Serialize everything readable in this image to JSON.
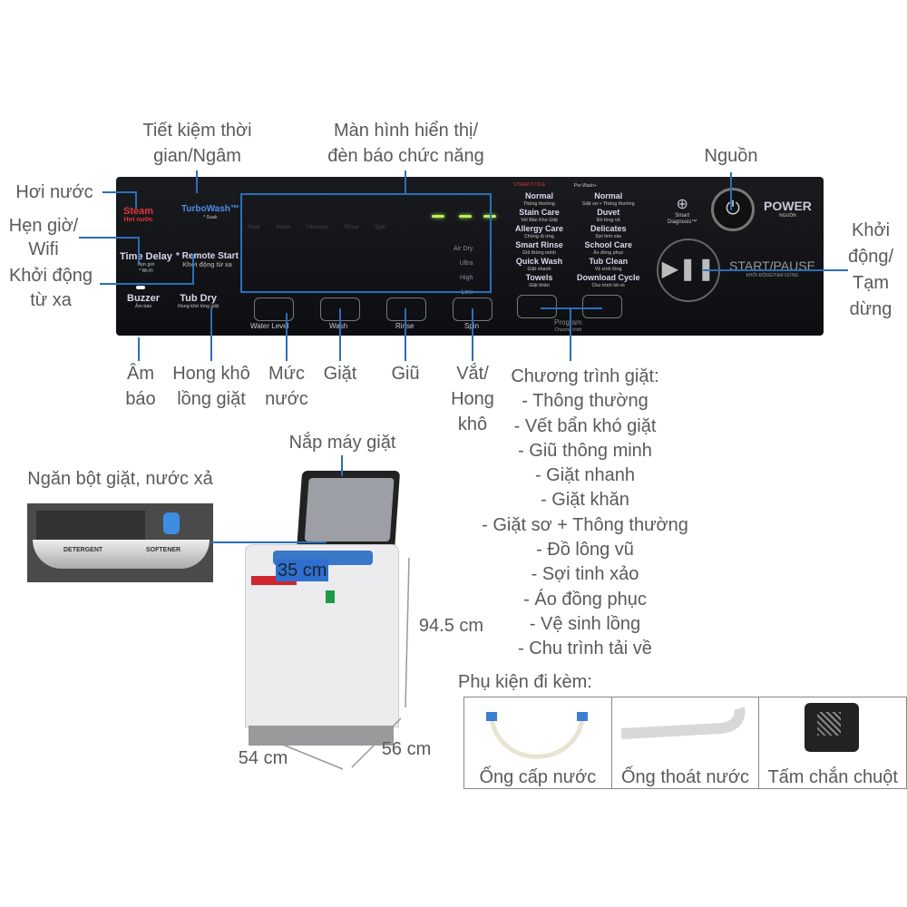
{
  "labels": {
    "time_saving": "Tiết kiệm thời\ngian/Ngâm",
    "display": "Màn hình hiển thị/\nđèn báo chức năng",
    "power": "Nguồn",
    "steam": "Hơi nước",
    "time_delay_wifi": "Hẹn giờ/\nWifi",
    "remote_start": "Khởi động\ntừ xa",
    "start_pause": "Khởi\nđộng/\nTạm\ndừng",
    "buzzer": "Âm\nbáo",
    "tub_dry": "Hong khô\nlồng giặt",
    "water_level": "Mức\nnước",
    "wash": "Giặt",
    "rinse": "Giũ",
    "spin": "Vắt/\nHong\nkhô",
    "lid": "Nắp máy giặt",
    "dispenser": "Ngăn bột giặt, nước xả"
  },
  "programs": {
    "title": "Chương trình giặt:",
    "items": [
      "- Thông thường",
      "- Vết bẩn khó giặt",
      "- Giũ thông minh",
      "- Giặt nhanh",
      "- Giặt khăn",
      "- Giặt sơ + Thông thường",
      "- Đồ lông vũ",
      "- Sợi tinh xảo",
      "- Áo đồng phục",
      "- Vệ sinh lồng",
      "- Chu trình tải về"
    ]
  },
  "panel": {
    "steam": "Steam",
    "steam_sub": "Hơi nước",
    "turbo_wash": "TurboWash™",
    "turbo_sub": "* Soak",
    "time_delay": "Time Delay",
    "time_delay_sub": "Hẹn giờ",
    "wifi": "* Wi-Fi",
    "remote_start": "* Remote Start",
    "remote_start_sub": "Khởi động từ xa",
    "buzzer": "Buzzer",
    "buzzer_sub": "Âm báo",
    "tub_dry": "Tub Dry",
    "tub_dry_sub": "Hong khô lồng giặt",
    "stages": [
      "Soak",
      "Wash",
      "Intensive",
      "Rinse",
      "Spin"
    ],
    "spin_levels": [
      "Air Dry",
      "Ultra",
      "High",
      "Low"
    ],
    "water_level": "Water Level",
    "wash": "Wash",
    "rinse": "Rinse",
    "spin": "Spin",
    "steam_cycle": "STEAM CYCLE",
    "prewash": "Pre Wash+",
    "col1": [
      [
        "Normal",
        "Thông thường"
      ],
      [
        "Stain Care",
        "Vết Bẩn Khó Giặt"
      ],
      [
        "Allergy Care",
        "Chống dị ứng"
      ],
      [
        "Smart Rinse",
        "Giũ thông minh"
      ],
      [
        "Quick Wash",
        "Giặt nhanh"
      ],
      [
        "Towels",
        "Giặt khăn"
      ]
    ],
    "col2": [
      [
        "Normal",
        "Giặt sơ + Thông thường"
      ],
      [
        "Duvet",
        "Đồ lông vũ"
      ],
      [
        "Delicates",
        "Sợi tinh xảo"
      ],
      [
        "School Care",
        "Áo đồng phục"
      ],
      [
        "Tub Clean",
        "Vệ sinh lồng"
      ],
      [
        "Download Cycle",
        "Chu trình tải về"
      ]
    ],
    "program": "Program",
    "program_sub": "Chương trình",
    "smart_diagnosis": "Smart\nDiagnosis™",
    "power": "POWER",
    "power_sub": "NGUỒN",
    "start_pause": "START/PAUSE",
    "start_pause_sub": "KHỞI ĐỘNG/TẠM DỪNG"
  },
  "dispenser": {
    "detergent": "DETERGENT",
    "softener": "SOFTENER"
  },
  "dimensions": {
    "opening": "35 cm",
    "height": "94.5 cm",
    "width": "54 cm",
    "depth": "56 cm"
  },
  "accessories": {
    "title": "Phụ kiện đi kèm:",
    "items": [
      "Ống cấp nước",
      "Ống thoát nước",
      "Tấm chắn chuột"
    ]
  },
  "colors": {
    "leader_line": "#2a6fb8",
    "panel": "#141519",
    "highlight": "#2f6fd0",
    "display_led": "#b6f05a"
  }
}
